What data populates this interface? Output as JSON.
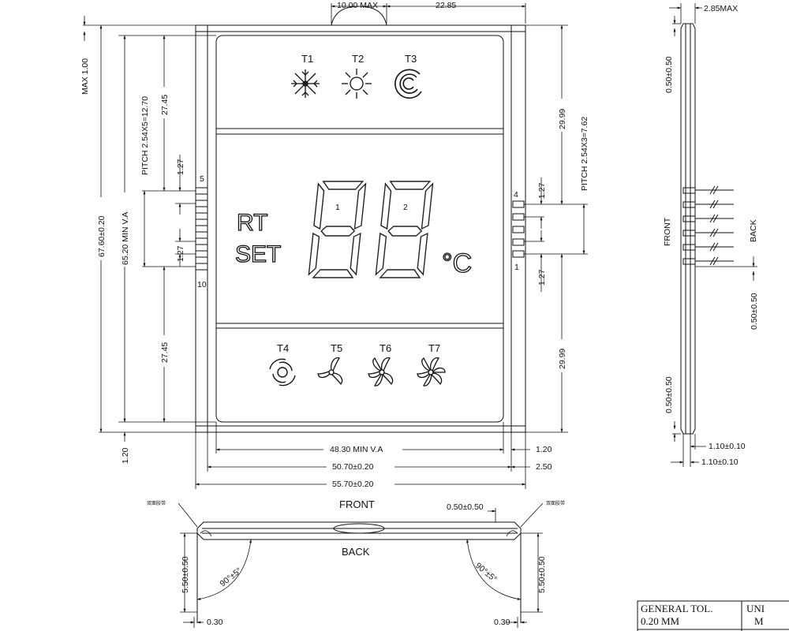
{
  "top_dims": {
    "tab_width": "10.00 MAX",
    "tab_offset": "22.85"
  },
  "side_label": "2.85MAX",
  "left_dims": {
    "max": "MAX 1.00",
    "pitch_left": "PITCH 2.54X5=12.70",
    "top_gap": "27.45",
    "pin_spacing_top": "1.27",
    "overall_height": "67.60±0.20",
    "va_height": "65.20 MIN V.A",
    "pin_spacing_bottom": "1.27",
    "bottom_gap": "27.45",
    "bottom_margin": "1.20"
  },
  "right_dims": {
    "top_gap": "29.99",
    "pitch_right": "PITCH 2.54X3=7.62",
    "pin_spacing_top": "1.27",
    "pin_spacing_bottom": "1.27",
    "bottom_gap": "29.99"
  },
  "pins_left": {
    "first": "5",
    "last": "10"
  },
  "pins_right": {
    "first": "4",
    "last": "1"
  },
  "display": {
    "top_icons": [
      "T1",
      "T2",
      "T3"
    ],
    "digits": [
      "1",
      "2"
    ],
    "rt": "RT",
    "set": "SET",
    "unit": "°C",
    "bottom_icons": [
      "T4",
      "T5",
      "T6",
      "T7"
    ]
  },
  "bottom_dims": {
    "va_width": "48.30 MIN V.A",
    "va_margin": "1.20",
    "glass_width": "50.70±0.20",
    "glass_margin": "2.50",
    "overall_width": "55.70±0.20"
  },
  "side_view": {
    "top_thk": "0.50±0.50",
    "front": "FRONT",
    "back": "BACK",
    "mid_thk": "0.50±0.50",
    "bot_thk": "0.50±0.50",
    "dim1": "1.10±0.10",
    "dim2": "1.10±0.10"
  },
  "bottom_view": {
    "front": "FRONT",
    "back": "BACK",
    "thk": "0.50±0.50",
    "left_h": "5.50±0.50",
    "right_h": "5.50±0.50",
    "angle_left": "90°±5°",
    "angle_right": "90°±5°",
    "pin_left": "0.30",
    "pin_right": "0.30",
    "note": "双面胶带"
  },
  "title_block": {
    "tol_label": "GENERAL TOL.",
    "tol_value": "0.20 MM",
    "unit_label": "UNI",
    "unit_value": "M"
  }
}
